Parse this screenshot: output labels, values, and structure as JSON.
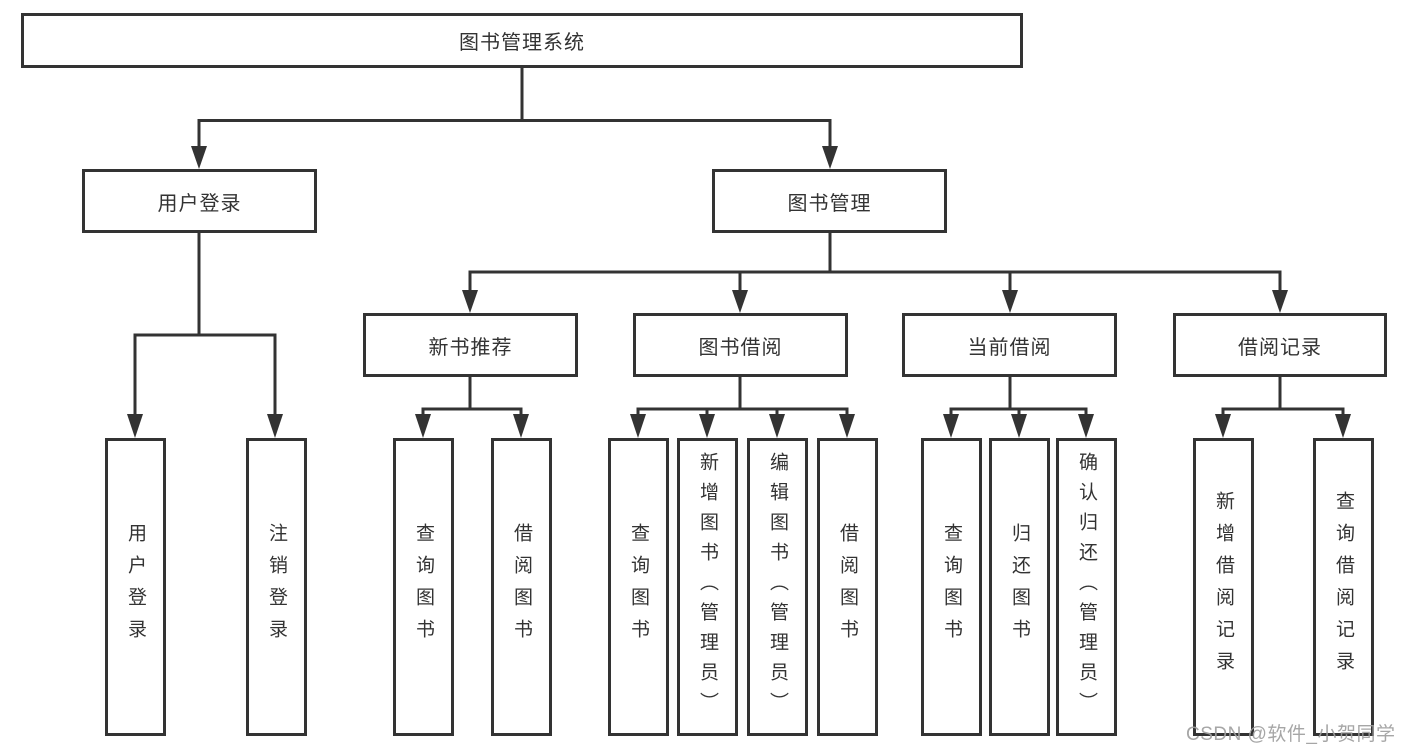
{
  "diagram": {
    "title": "图书管理系统",
    "colors": {
      "line": "#333333",
      "box_border": "#333333",
      "text": "#333333",
      "watermark": "#9e9e9e",
      "background": "#ffffff"
    },
    "nodes": {
      "root": "图书管理系统",
      "user_login": "用户登录",
      "book_mgmt": "图书管理",
      "new_book_rec": "新书推荐",
      "book_borrow": "图书借阅",
      "current_borrow": "当前借阅",
      "borrow_records": "借阅记录",
      "leaf_user_login": "用户登录",
      "leaf_logout": "注销登录",
      "rec_query_books": "查询图书",
      "rec_borrow_books": "借阅图书",
      "bb_query_books": "查询图书",
      "bb_add_books": "新增图书（管理员）",
      "bb_edit_books": "编辑图书（管理员）",
      "bb_borrow_books": "借阅图书",
      "cb_query_books": "查询图书",
      "cb_return_books": "归还图书",
      "cb_confirm_return": "确认归还（管理员）",
      "br_add_record": "新增借阅记录",
      "br_query_record": "查询借阅记录"
    },
    "watermark": "CSDN @软件_小贺同学"
  }
}
